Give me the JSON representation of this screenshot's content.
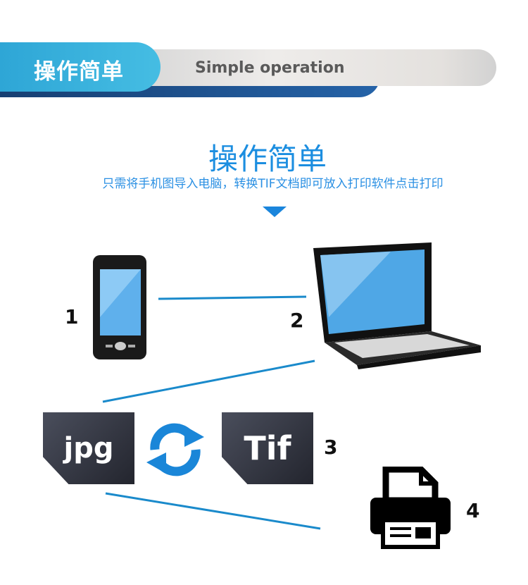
{
  "banner": {
    "title_cn": "操作简单",
    "title_en": "Simple operation"
  },
  "main": {
    "title": "操作简单",
    "subtitle": "只需将手机图导入电脑，转换TIF文档即可放入打印软件点击打印",
    "steps": [
      {
        "number": "1"
      },
      {
        "number": "2"
      },
      {
        "number": "3"
      },
      {
        "number": "4"
      }
    ],
    "files": {
      "source": "jpg",
      "target": "Tif"
    }
  },
  "colors": {
    "accent": "#1c8ee0",
    "line": "#1a8acb"
  }
}
